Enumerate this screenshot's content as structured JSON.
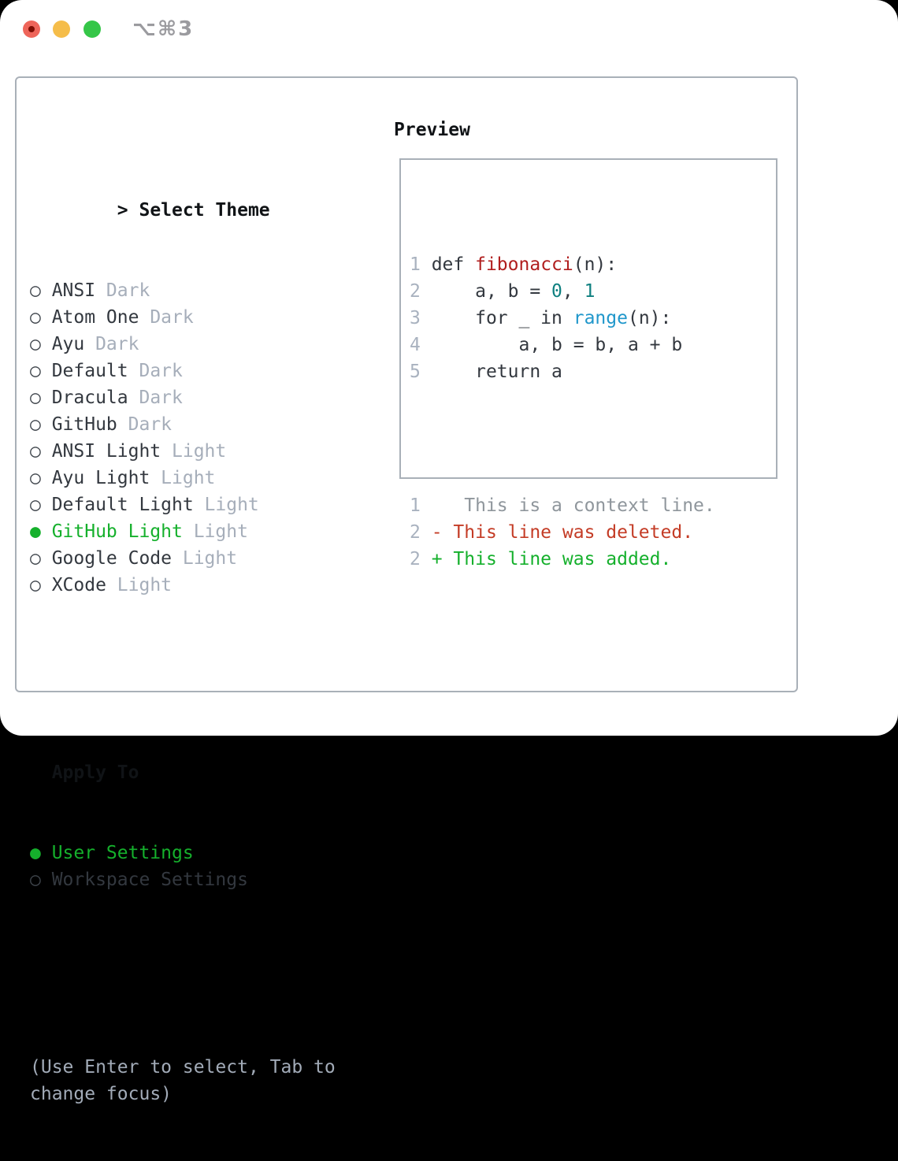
{
  "titlebar": {
    "shortcut": "⌥⌘3"
  },
  "glyphs": {
    "header_marker": ">",
    "radio_unselected": "○",
    "radio_selected": "●"
  },
  "colors": {
    "accent_green": "#15b02c",
    "deleted_red": "#c43c26",
    "function_red": "#b01e1e",
    "number_teal": "#0f8080",
    "builtin_blue": "#2097cb",
    "muted_gray": "#a6aeba",
    "line_number_gray": "#a9b2bf",
    "context_gray": "#8f969c",
    "border_gray": "#a9b0b8",
    "text_dark": "#33383f",
    "traffic_red": "#ee655a",
    "traffic_yellow": "#f5bd4a",
    "traffic_green": "#35c648"
  },
  "theme_panel": {
    "header": {
      "label": "Select Theme"
    },
    "themes": [
      {
        "name": "ANSI",
        "variant": "Dark",
        "selected": false
      },
      {
        "name": "Atom One",
        "variant": "Dark",
        "selected": false
      },
      {
        "name": "Ayu",
        "variant": "Dark",
        "selected": false
      },
      {
        "name": "Default",
        "variant": "Dark",
        "selected": false
      },
      {
        "name": "Dracula",
        "variant": "Dark",
        "selected": false
      },
      {
        "name": "GitHub",
        "variant": "Dark",
        "selected": false
      },
      {
        "name": "ANSI Light",
        "variant": "Light",
        "selected": false
      },
      {
        "name": "Ayu Light",
        "variant": "Light",
        "selected": false
      },
      {
        "name": "Default Light",
        "variant": "Light",
        "selected": false
      },
      {
        "name": "GitHub Light",
        "variant": "Light",
        "selected": true
      },
      {
        "name": "Google Code",
        "variant": "Light",
        "selected": false
      },
      {
        "name": "XCode",
        "variant": "Light",
        "selected": false
      }
    ],
    "apply_to": {
      "label": "Apply To",
      "options": [
        {
          "name": "User Settings",
          "selected": true
        },
        {
          "name": "Workspace Settings",
          "selected": false
        }
      ]
    },
    "hint": "(Use Enter to select, Tab to change focus)"
  },
  "preview": {
    "label": "Preview",
    "code_lines": [
      {
        "num": "1",
        "tokens": [
          {
            "s": "plain",
            "t": " def "
          },
          {
            "s": "func",
            "t": "fibonacci"
          },
          {
            "s": "plain",
            "t": "(n):"
          }
        ]
      },
      {
        "num": "2",
        "tokens": [
          {
            "s": "plain",
            "t": "     a, b = "
          },
          {
            "s": "number",
            "t": "0"
          },
          {
            "s": "plain",
            "t": ", "
          },
          {
            "s": "number",
            "t": "1"
          }
        ]
      },
      {
        "num": "3",
        "tokens": [
          {
            "s": "plain",
            "t": "     for _ in "
          },
          {
            "s": "builtin",
            "t": "range"
          },
          {
            "s": "plain",
            "t": "(n):"
          }
        ]
      },
      {
        "num": "4",
        "tokens": [
          {
            "s": "plain",
            "t": "         a, b = b, a + b"
          }
        ]
      },
      {
        "num": "5",
        "tokens": [
          {
            "s": "plain",
            "t": "     return a"
          }
        ]
      }
    ],
    "diff_lines": [
      {
        "num": "1",
        "type": "context",
        "text": "    This is a context line."
      },
      {
        "num": "2",
        "type": "deleted",
        "text": " - This line was deleted."
      },
      {
        "num": "2",
        "type": "added",
        "text": " + This line was added."
      }
    ]
  }
}
